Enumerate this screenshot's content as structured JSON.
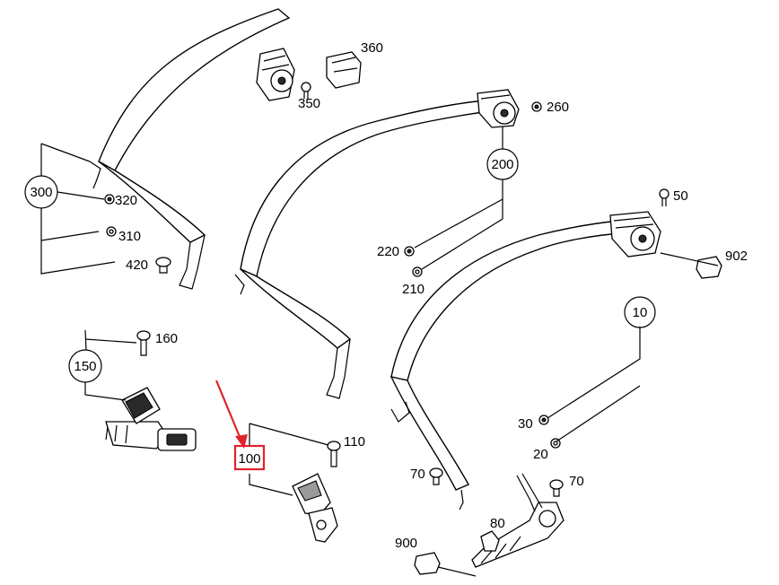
{
  "colors": {
    "line": "#000000",
    "highlight": "#e0242c",
    "background": "#ffffff"
  },
  "callouts": [
    {
      "id": "10",
      "label": "10",
      "circled": true
    },
    {
      "id": "20",
      "label": "20",
      "circled": false
    },
    {
      "id": "30",
      "label": "30",
      "circled": false
    },
    {
      "id": "50",
      "label": "50",
      "circled": false
    },
    {
      "id": "70a",
      "label": "70",
      "circled": false
    },
    {
      "id": "70b",
      "label": "70",
      "circled": false
    },
    {
      "id": "80",
      "label": "80",
      "circled": false
    },
    {
      "id": "100",
      "label": "100",
      "circled": false,
      "highlighted": true
    },
    {
      "id": "110",
      "label": "110",
      "circled": false
    },
    {
      "id": "150",
      "label": "150",
      "circled": true
    },
    {
      "id": "160",
      "label": "160",
      "circled": false
    },
    {
      "id": "200",
      "label": "200",
      "circled": true
    },
    {
      "id": "210",
      "label": "210",
      "circled": false
    },
    {
      "id": "220",
      "label": "220",
      "circled": false
    },
    {
      "id": "260",
      "label": "260",
      "circled": false
    },
    {
      "id": "300",
      "label": "300",
      "circled": true
    },
    {
      "id": "310",
      "label": "310",
      "circled": false
    },
    {
      "id": "320",
      "label": "320",
      "circled": false
    },
    {
      "id": "350",
      "label": "350",
      "circled": false
    },
    {
      "id": "360",
      "label": "360",
      "circled": false
    },
    {
      "id": "420",
      "label": "420",
      "circled": false
    },
    {
      "id": "900",
      "label": "900",
      "circled": false
    },
    {
      "id": "902",
      "label": "902",
      "circled": false
    }
  ]
}
